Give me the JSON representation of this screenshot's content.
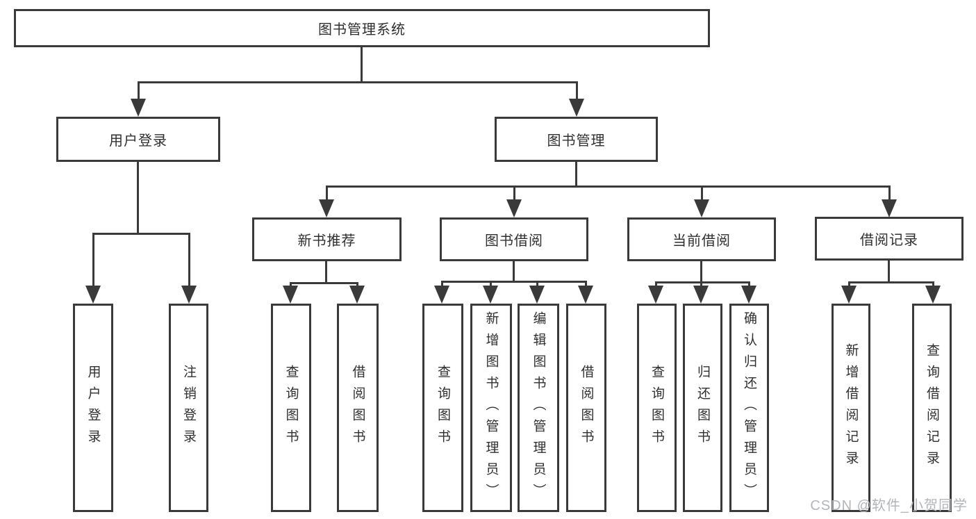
{
  "tree": {
    "label": "图书管理系统",
    "children": [
      {
        "label": "用户登录",
        "children": [
          {
            "label": "用户登录"
          },
          {
            "label": "注销登录"
          }
        ]
      },
      {
        "label": "图书管理",
        "children": [
          {
            "label": "新书推荐",
            "children": [
              {
                "label": "查询图书"
              },
              {
                "label": "借阅图书"
              }
            ]
          },
          {
            "label": "图书借阅",
            "children": [
              {
                "label": "查询图书"
              },
              {
                "label": "新增图书（管理员）"
              },
              {
                "label": "编辑图书（管理员）"
              },
              {
                "label": "借阅图书"
              }
            ]
          },
          {
            "label": "当前借阅",
            "children": [
              {
                "label": "查询图书"
              },
              {
                "label": "归还图书"
              },
              {
                "label": "确认归还（管理员）"
              }
            ]
          },
          {
            "label": "借阅记录",
            "children": [
              {
                "label": "新增借阅记录"
              },
              {
                "label": "查询借阅记录"
              }
            ]
          }
        ]
      }
    ]
  },
  "watermark": {
    "text": "CSDN @软件_小贺同学"
  },
  "colors": {
    "line": "#3a3a3a",
    "text": "#2f2f2f",
    "canvas_bg": "#ffffff",
    "watermark": "#b2b5b9"
  }
}
